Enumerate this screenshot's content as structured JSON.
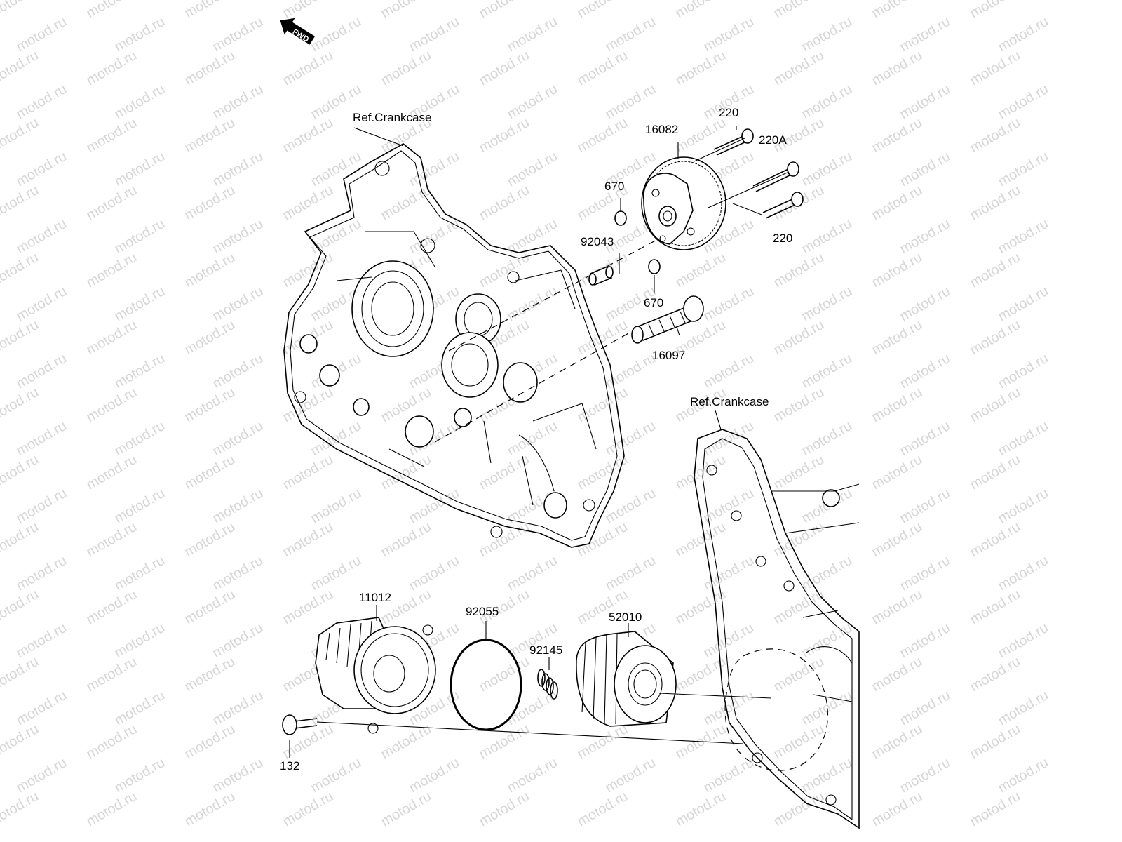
{
  "watermark": "motod.ru",
  "orientation": {
    "text": "FWD",
    "icon": "forward-arrow-icon"
  },
  "references": [
    {
      "label": "Ref.Crankcase"
    },
    {
      "label": "Ref.Crankcase"
    }
  ],
  "callouts": [
    {
      "id": "220-upper",
      "label": "220"
    },
    {
      "id": "16082",
      "label": "16082"
    },
    {
      "id": "220A",
      "label": "220A"
    },
    {
      "id": "670-upper",
      "label": "670"
    },
    {
      "id": "220-lower",
      "label": "220"
    },
    {
      "id": "92043",
      "label": "92043"
    },
    {
      "id": "670-lower",
      "label": "670"
    },
    {
      "id": "16097",
      "label": "16097"
    },
    {
      "id": "11012",
      "label": "11012"
    },
    {
      "id": "92055",
      "label": "92055"
    },
    {
      "id": "92145",
      "label": "92145"
    },
    {
      "id": "52010",
      "label": "52010"
    },
    {
      "id": "132",
      "label": "132"
    }
  ]
}
